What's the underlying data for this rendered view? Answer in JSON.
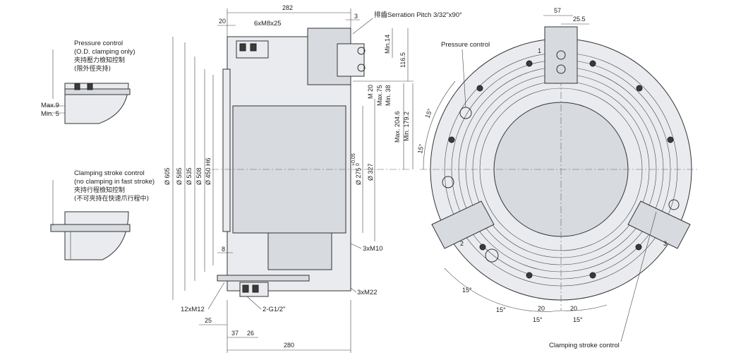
{
  "notes": {
    "pressure_control_detail": {
      "line1": "Pressure control",
      "line2": "(O.D. clamping only)",
      "line3": "夾持壓力檢知控制",
      "line4": "(限外徑夾持)",
      "max": "Max.9",
      "min": "Min. 5"
    },
    "clamping_stroke_detail": {
      "line1": "Clamping stroke control",
      "line2": "(no clamping in fast stroke)",
      "line3": "夾持行程檢知控制",
      "line4": "(不可夾持在快速爪行程中)"
    }
  },
  "side_view": {
    "top_width": "282",
    "bottom_width": "280",
    "dim_20": "20",
    "dim_3": "3",
    "bolt_top": "6xM8x25",
    "serration": "排齒Serration Pitch 3/32\"x90°",
    "min14": "Min.14",
    "dim_116_5": "116.5",
    "m20": "M 20",
    "max75": "Max.75",
    "min38": "Min. 38",
    "max204": "Max. 204.6",
    "min179": "Min. 179.2",
    "d605": "Ø 605",
    "d585": "Ø 585",
    "d535": "Ø 535",
    "d508": "Ø 508",
    "d450": "Ø 450 H6",
    "d275": "Ø 275",
    "d275_tol_upper": "+0.05",
    "d275_tol_lower": "0",
    "d327": "Ø 327",
    "m10": "3xM10",
    "m22": "3xM22",
    "m12": "12xM12",
    "g12": "2-G1/2\"",
    "dim_8": "8",
    "dim_25": "25",
    "dim_37": "37",
    "dim_26": "26"
  },
  "front_view": {
    "dim_57": "57",
    "dim_25_5": "25.5",
    "pressure_control": "Pressure control",
    "clamping_stroke_control": "Clamping stroke control",
    "angle_15": "15°",
    "dim_20": "20",
    "jaw_1": "1",
    "jaw_2": "2",
    "jaw_3": "3"
  }
}
